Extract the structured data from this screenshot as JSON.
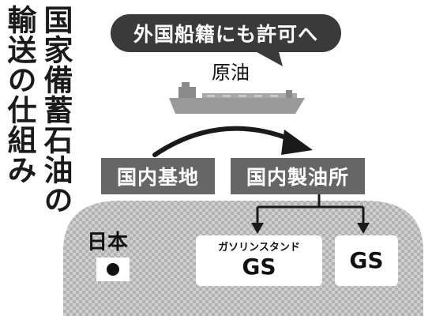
{
  "title": {
    "col1": "国家備蓄石油の",
    "col2": "輸送の仕組み"
  },
  "bubble": {
    "text": "外国船籍にも許可へ"
  },
  "crude_oil": {
    "label": "原油"
  },
  "domestic_base": {
    "label": "国内基地"
  },
  "domestic_refinery": {
    "label": "国内製油所"
  },
  "japan": {
    "label": "日本"
  },
  "gas_stations": {
    "left_sub": "ガソリンスタンド",
    "left_main": "GS",
    "right_main": "GS"
  },
  "colors": {
    "dark_box": "#666666",
    "bubble": "#3a3a3a",
    "land_pattern": "#bdbdbd"
  }
}
